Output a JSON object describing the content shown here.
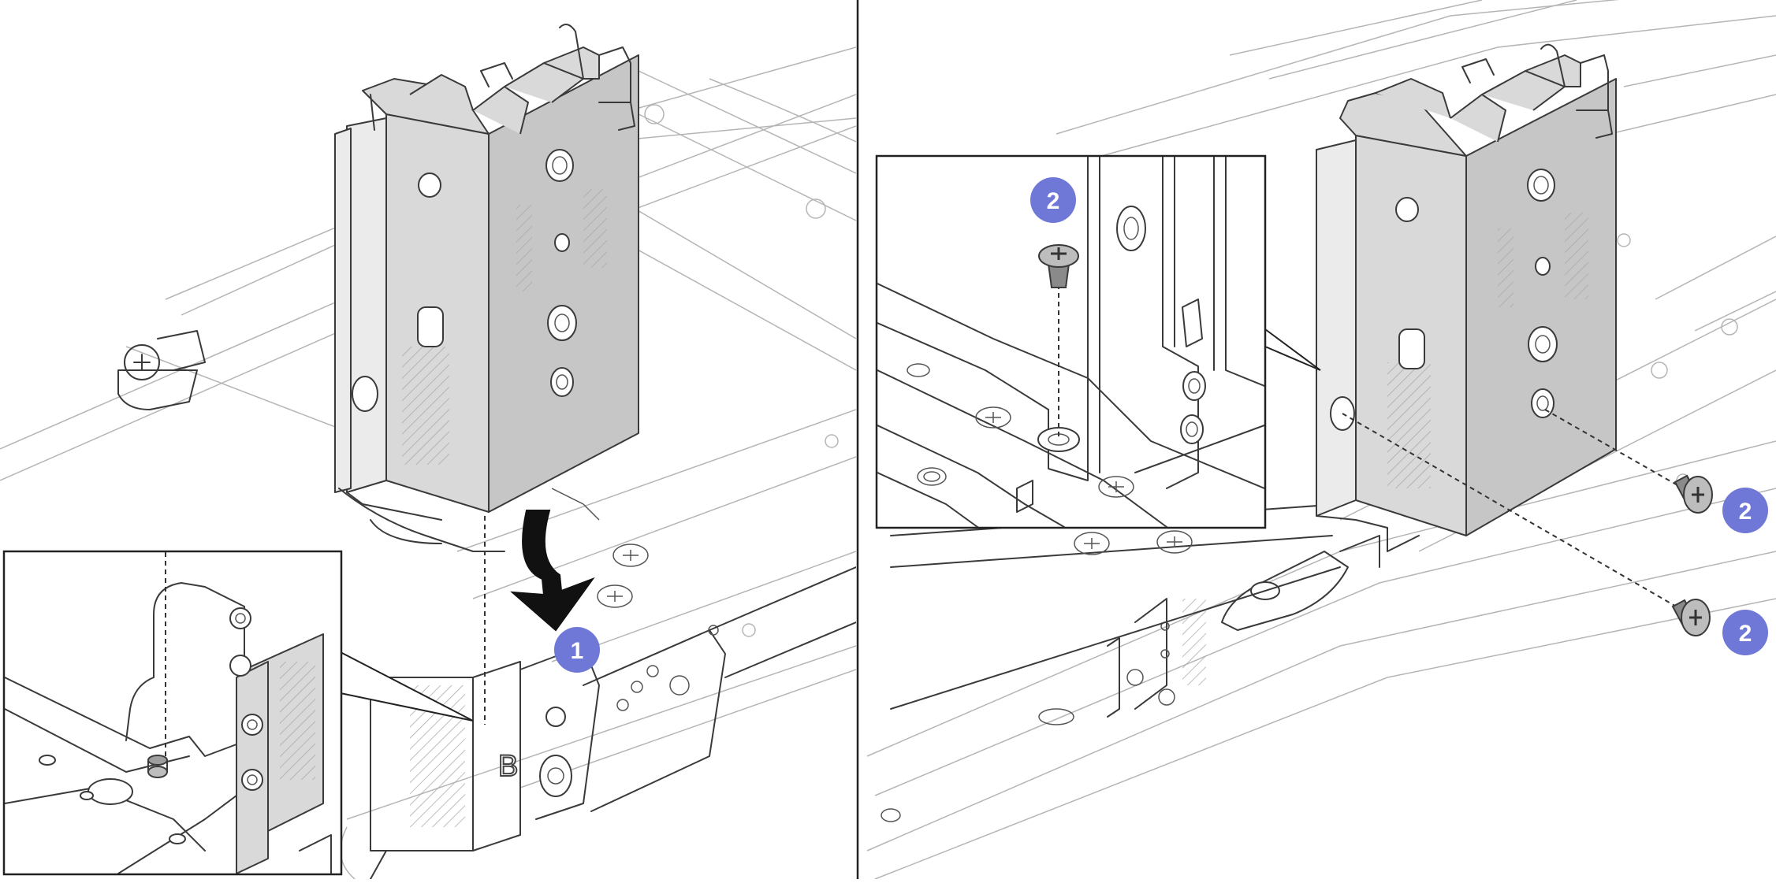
{
  "figure": {
    "left_panel": {
      "step_badge": "1",
      "slot_letter": "B"
    },
    "right_panel": {
      "step_badges": [
        "2",
        "2",
        "2"
      ]
    },
    "colors": {
      "badge_fill": "#6f78d6",
      "bracket_fill": "#d9d9d9",
      "line": "#3a3a3a",
      "arrow": "#111111"
    }
  }
}
